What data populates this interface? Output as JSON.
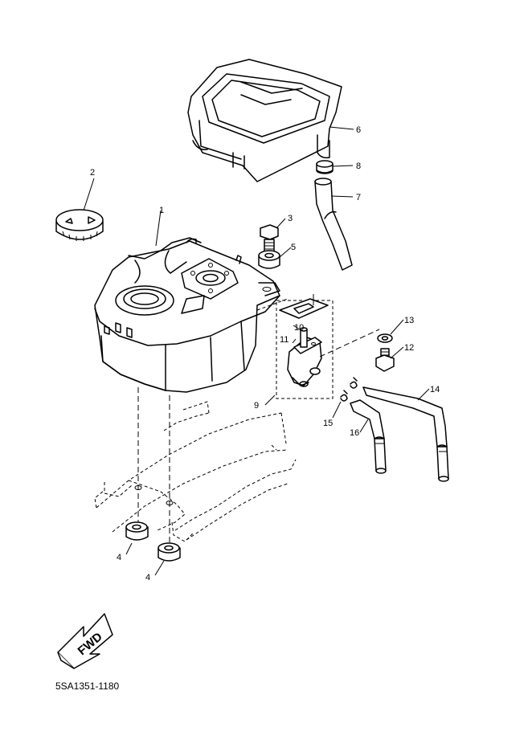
{
  "diagram_code": "5SA1351-1180",
  "fwd_label": "FWD",
  "callouts": {
    "c1": "1",
    "c2": "2",
    "c3": "3",
    "c4a": "4",
    "c4b": "4",
    "c5": "5",
    "c6": "6",
    "c7": "7",
    "c8": "8",
    "c9": "9",
    "c10": "10",
    "c11": "11",
    "c12": "12",
    "c13": "13",
    "c14": "14",
    "c15": "15",
    "c16": "16"
  }
}
